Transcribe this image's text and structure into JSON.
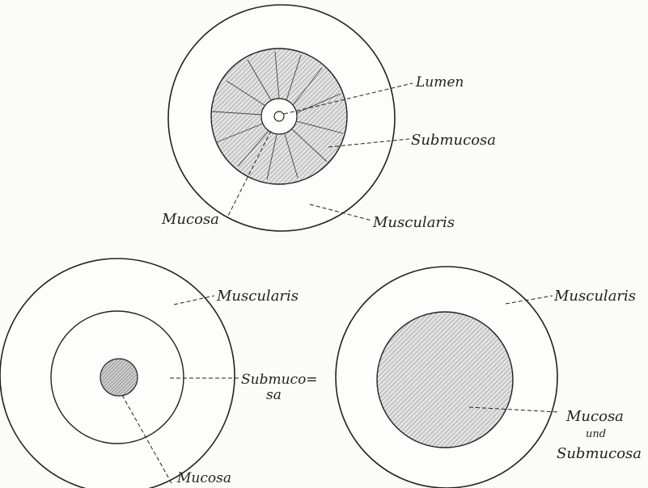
{
  "diagram": {
    "top": {
      "lumen": "Lumen",
      "submucosa": "Submucosa",
      "mucosa": "Mucosa",
      "muscularis": "Muscularis"
    },
    "bottom_left": {
      "muscularis": "Muscularis",
      "submucosa_line1": "Submuco=",
      "submucosa_line2": "sa",
      "mucosa": "Mucosa"
    },
    "bottom_right": {
      "muscularis": "Muscularis",
      "mucosa_line1": "Mucosa",
      "mucosa_line2": "und",
      "mucosa_line3": "Submucosa"
    }
  }
}
